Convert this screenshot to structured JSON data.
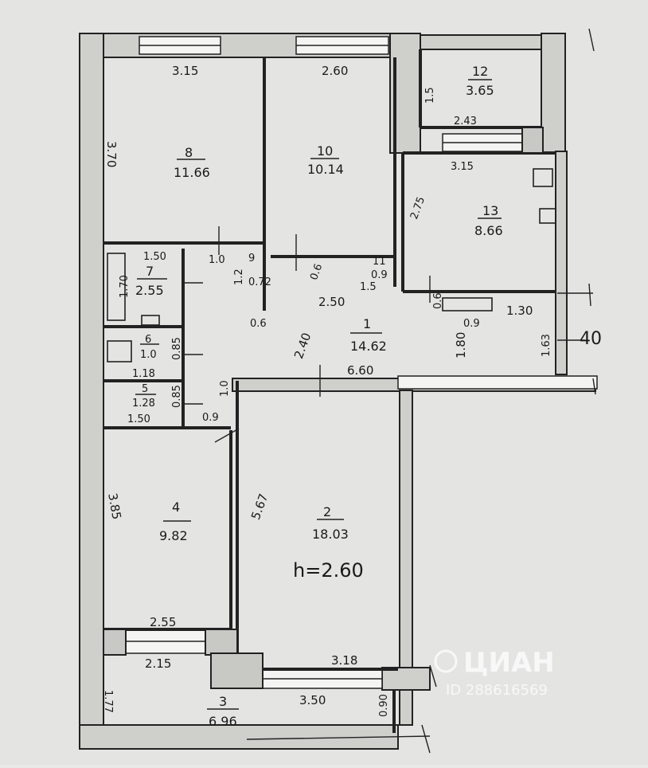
{
  "plan": {
    "rooms": [
      {
        "no": "8",
        "area": "11.66"
      },
      {
        "no": "10",
        "area": "10.14"
      },
      {
        "no": "12",
        "area": "3.65"
      },
      {
        "no": "13",
        "area": "8.66"
      },
      {
        "no": "7",
        "area": "2.55"
      },
      {
        "no": "9",
        "area": ""
      },
      {
        "no": "11",
        "area": ""
      },
      {
        "no": "6",
        "area": "1.0"
      },
      {
        "no": "5",
        "area": "1.28"
      },
      {
        "no": "1",
        "area": "14.62"
      },
      {
        "no": "4",
        "area": "9.82"
      },
      {
        "no": "2",
        "area": "18.03"
      },
      {
        "no": "3",
        "area": "6.96"
      }
    ],
    "dimensions": [
      "3.15",
      "2.60",
      "1.5",
      "2.43",
      "3.70",
      "3.15",
      "2.75",
      "1.50",
      "1.0",
      "1.70",
      "1.2",
      "0.72",
      "0.6",
      "1.5",
      "0.9",
      "2.50",
      "0.6",
      "0.9",
      "1.30",
      "0.6",
      "2.40",
      "1.80",
      "1.63",
      "6.60",
      "1.18",
      "0.85",
      "0.85",
      "1.0",
      "1.50",
      "0.9",
      "5.67",
      "3.85",
      "2.55",
      "2.15",
      "3.18",
      "1.77",
      "3.50",
      "0.90"
    ],
    "ceiling_height": "h=2.60",
    "margin_note": "40",
    "watermark": {
      "brand": "ЦИАН",
      "id": "ID 288616569"
    }
  }
}
